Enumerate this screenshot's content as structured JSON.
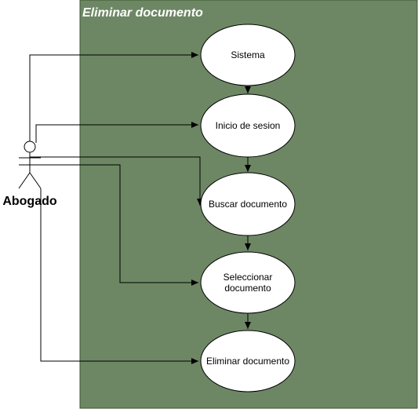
{
  "boundary": {
    "title": "Eliminar documento",
    "fill": "#6d8764",
    "stroke": "#3a5431"
  },
  "actor": {
    "name": "Abogado"
  },
  "use_cases": [
    {
      "id": "sistema",
      "label": [
        "Sistema"
      ]
    },
    {
      "id": "inicio",
      "label": [
        "Inicio de sesion"
      ]
    },
    {
      "id": "buscar",
      "label": [
        "Buscar documento"
      ]
    },
    {
      "id": "seleccionar",
      "label": [
        "Seleccionar",
        "documento"
      ]
    },
    {
      "id": "eliminar",
      "label": [
        "Eliminar documento"
      ]
    }
  ],
  "colors": {
    "use_case_fill": "#ffffff",
    "line": "#000000"
  }
}
